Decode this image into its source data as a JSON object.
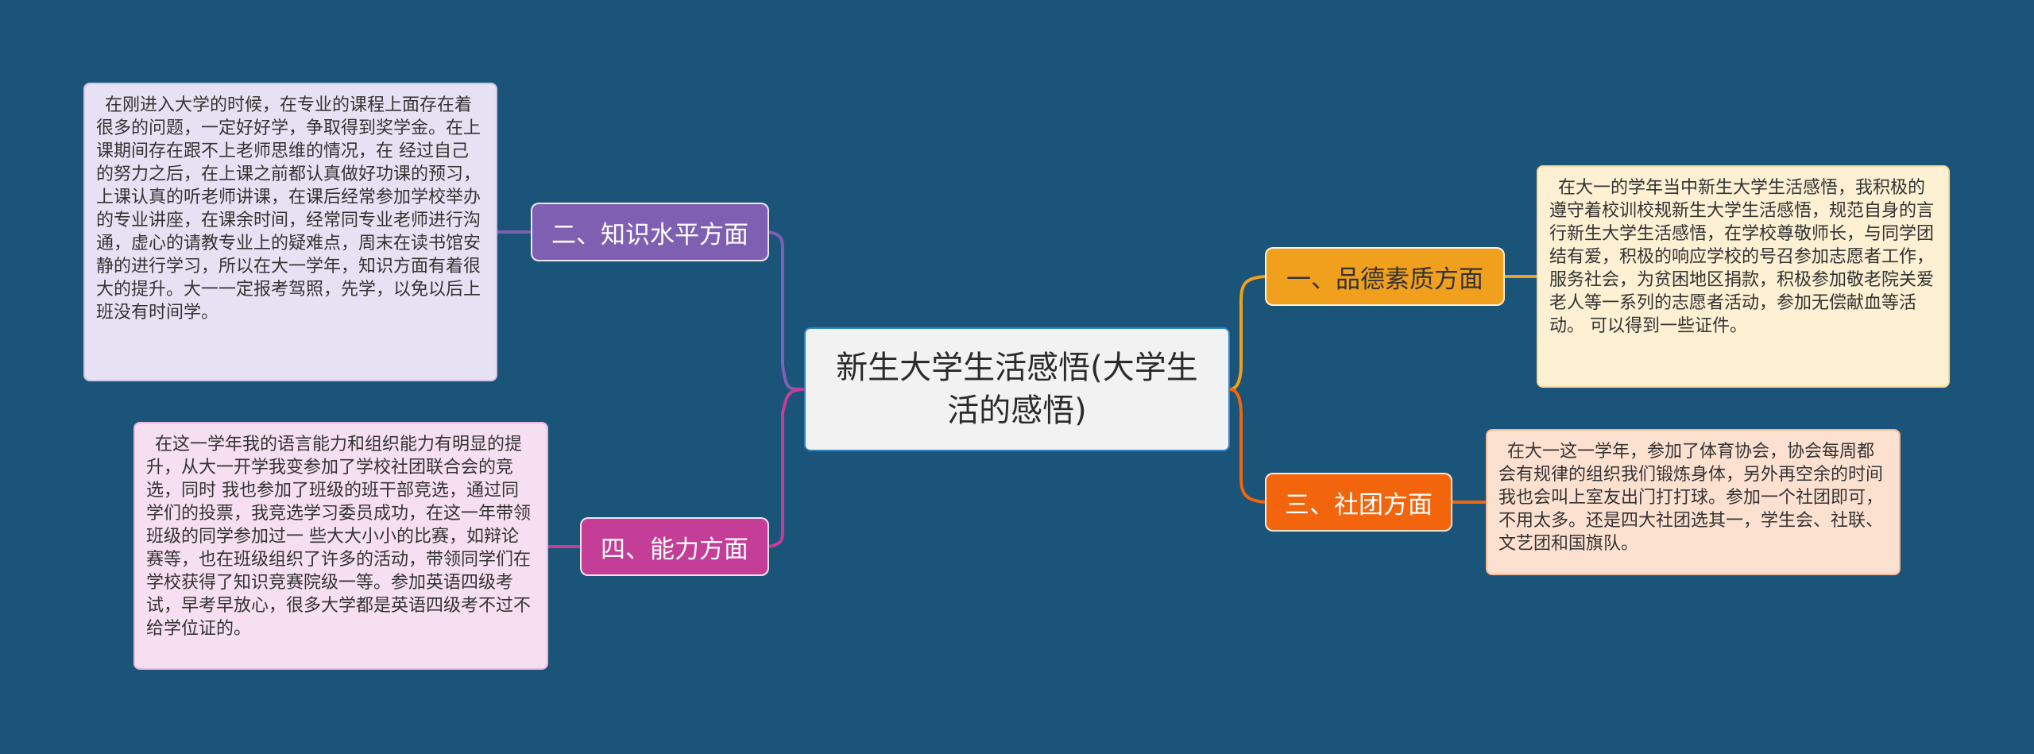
{
  "root": {
    "title": "新生大学生活感悟(大学生活的感悟)"
  },
  "colors": {
    "background": "#1a5479",
    "root_border": "#2f86c8",
    "branch1": "#f0a01c",
    "branch2": "#7f5fb2",
    "branch3": "#f2650d",
    "branch4": "#c43d97"
  },
  "branches": [
    {
      "id": "b1",
      "label": "一、品德素质方面",
      "color": "#f0a01c",
      "detail": "在大一的学年当中新生大学生活感悟，我积极的遵守着校训校规新生大学生活感悟，规范自身的言行新生大学生活感悟，在学校尊敬师长，与同学团结有爱，积极的响应学校的号召参加志愿者工作，服务社会，为贫困地区捐款，积极参加敬老院关爱老人等一系列的志愿者活动，参加无偿献血等活动。 可以得到一些证件。"
    },
    {
      "id": "b2",
      "label": "二、知识水平方面",
      "color": "#7f5fb2",
      "detail": "在刚进入大学的时候，在专业的课程上面存在着很多的问题，一定好好学，争取得到奖学金。在上课期间存在跟不上老师思维的情况，在 经过自己的努力之后，在上课之前都认真做好功课的预习，上课认真的听老师讲课，在课后经常参加学校举办 的专业讲座，在课余时间，经常同专业老师进行沟通，虚心的请教专业上的疑难点，周末在读书馆安静的进行学习，所以在大一学年，知识方面有着很大的提升。大一一定报考驾照，先学，以免以后上班没有时间学。"
    },
    {
      "id": "b3",
      "label": "三、社团方面",
      "color": "#f2650d",
      "detail": "在大一这一学年，参加了体育协会，协会每周都会有规律的组织我们锻炼身体，另外再空余的时间我也会叫上室友出门打打球。参加一个社团即可，不用太多。还是四大社团选其一，学生会、社联、文艺团和国旗队。"
    },
    {
      "id": "b4",
      "label": "四、能力方面",
      "color": "#c43d97",
      "detail": "在这一学年我的语言能力和组织能力有明显的提升，从大一开学我变参加了学校社团联合会的竞选，同时 我也参加了班级的班干部竞选，通过同学们的投票，我竞选学习委员成功，在这一年带领班级的同学参加过一 些大大小小的比赛，如辩论赛等，也在班级组织了许多的活动，带领同学们在学校获得了知识竞赛院级一等。参加英语四级考试，早考早放心，很多大学都是英语四级考不过不给学位证的。"
    }
  ]
}
